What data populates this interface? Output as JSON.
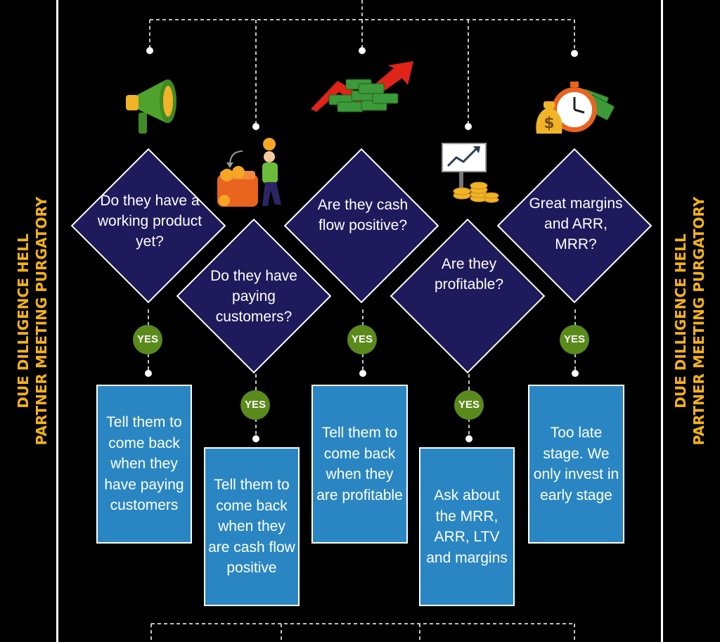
{
  "side_labels": {
    "line1": "DUE DILLIGENCE HELL",
    "line2": "PARTNER MEETING PURGATORY"
  },
  "questions": [
    "Do they have a working product yet?",
    "Do they have paying customers?",
    "Are they cash flow positive?",
    "Are they profitable?",
    "Great margins and ARR, MRR?"
  ],
  "yes_label": "YES",
  "outcomes": [
    "Tell them to come back when they have paying customers",
    "Tell them to come back when they are cash flow positive",
    "Tell them to come back when they are profitable",
    "Ask about the MRR, ARR, LTV and margins",
    "Too late stage. We only invest in early stage"
  ],
  "icons": [
    "megaphone-icon",
    "coin-wallet-icon",
    "money-growth-icon",
    "chart-coins-icon",
    "money-clock-icon"
  ],
  "colors": {
    "diamond": "#1e1a5c",
    "box": "#2a86c2",
    "yes": "#5a8a1c",
    "label": "#f2b21b"
  }
}
